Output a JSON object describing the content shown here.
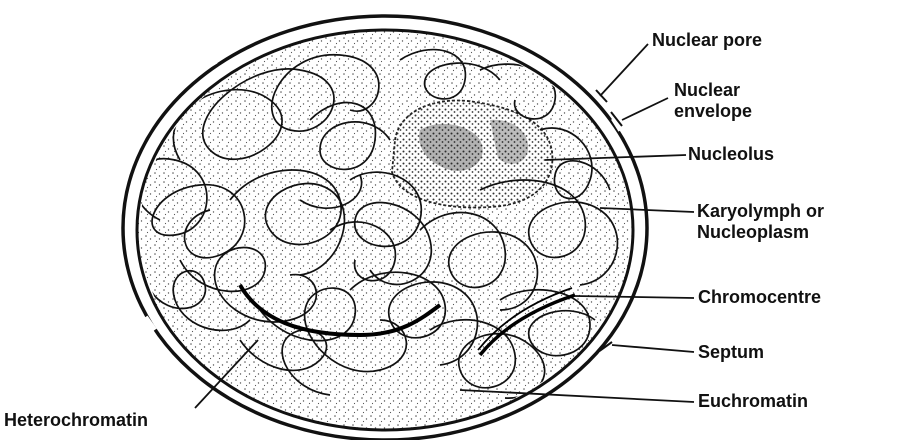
{
  "labels": {
    "nuclear_pore": "Nuclear pore",
    "nuclear_envelope": [
      "Nuclear",
      "envelope"
    ],
    "nucleolus": "Nucleolus",
    "karyolymph": [
      "Karyolymph or",
      "Nucleoplasm"
    ],
    "chromocentre": "Chromocentre",
    "septum": "Septum",
    "euchromatin": "Euchromatin",
    "heterochromatin": "Heterochromatin"
  },
  "colors": {
    "ink": "#111111",
    "background": "#ffffff",
    "stipple": "#555555"
  }
}
